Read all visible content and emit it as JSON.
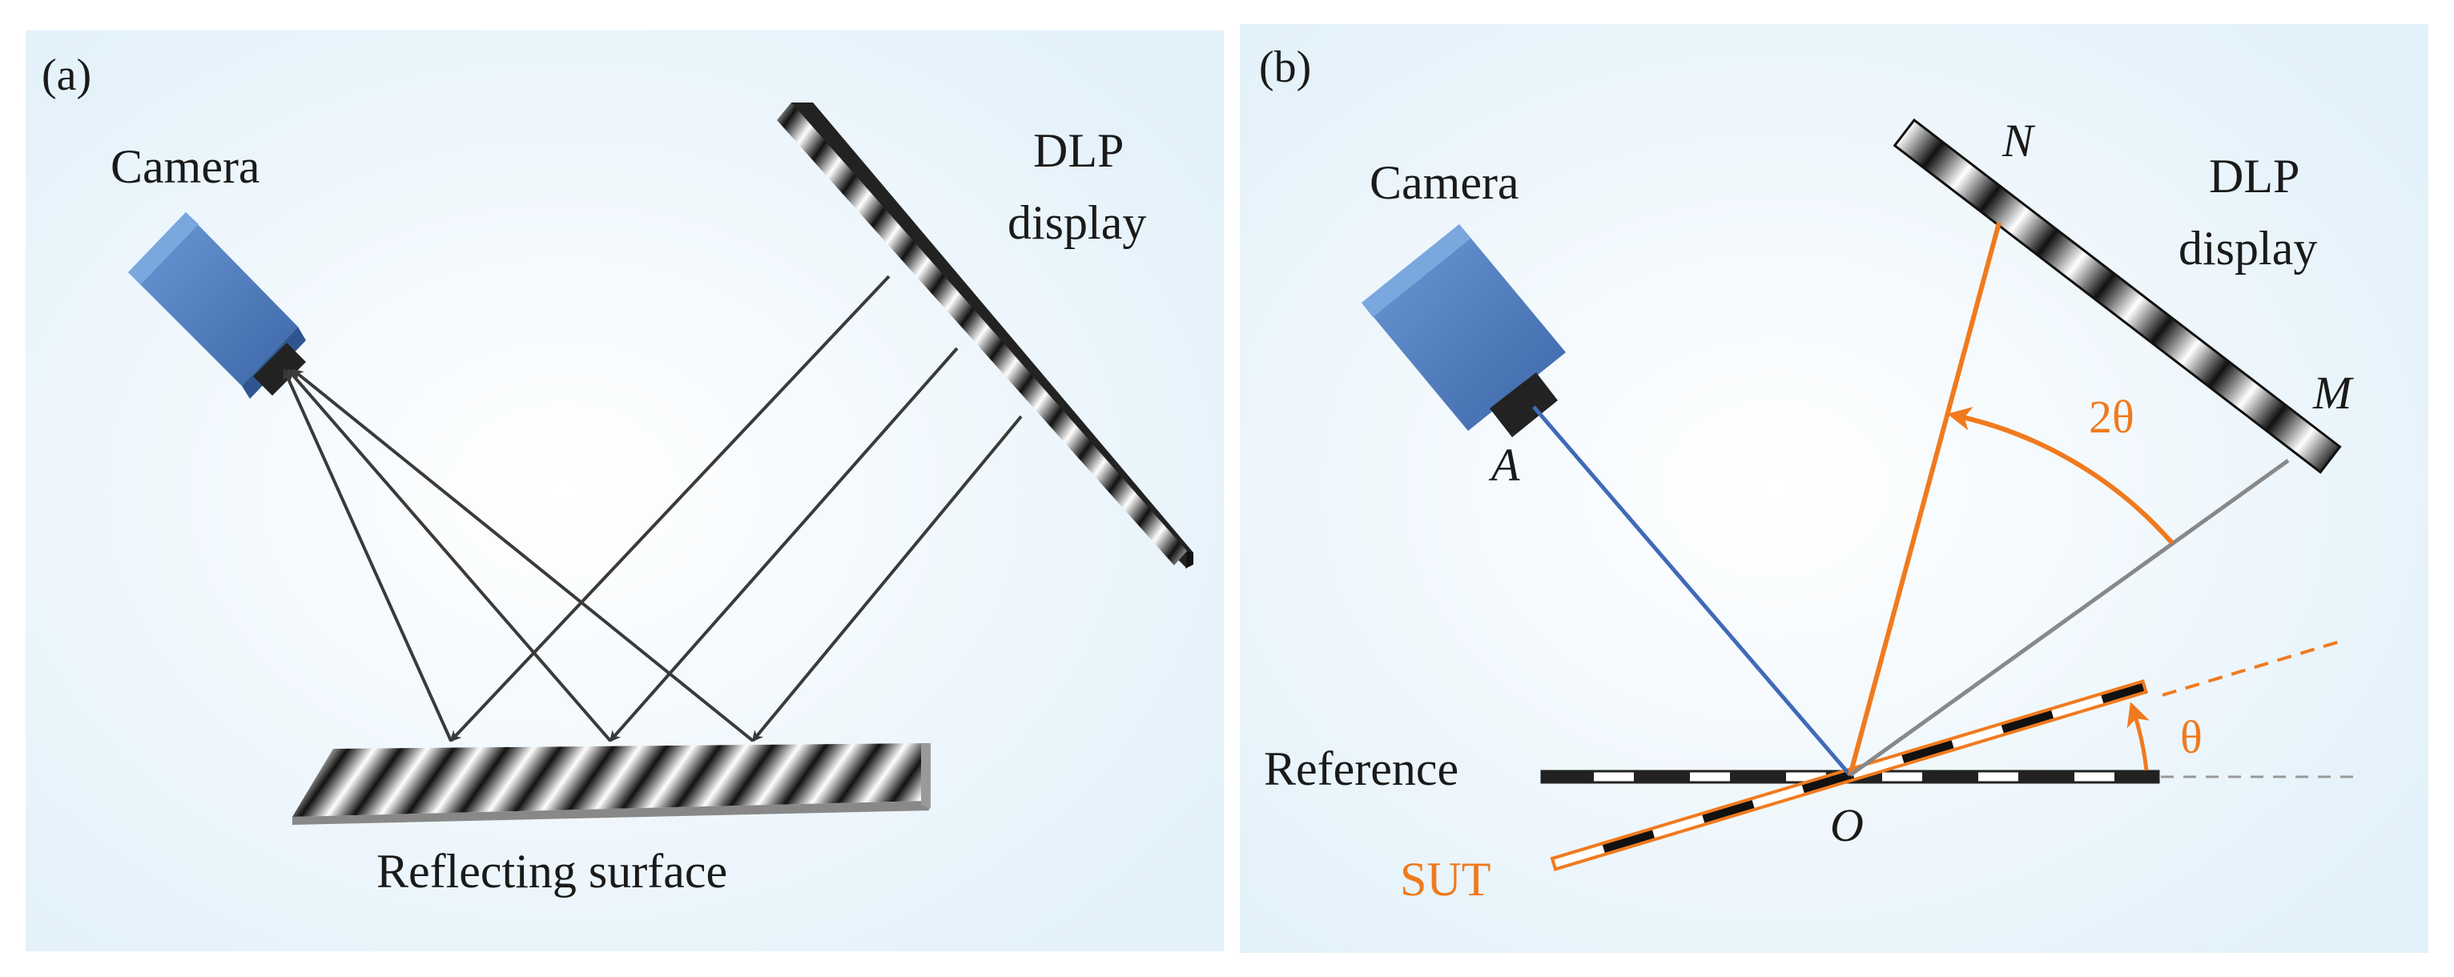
{
  "panels": {
    "a": {
      "tag": "(a)",
      "camera": "Camera",
      "display_line1": "DLP",
      "display_line2": "display",
      "surface": "Reflecting surface"
    },
    "b": {
      "tag": "(b)",
      "camera": "Camera",
      "display_line1": "DLP",
      "display_line2": "display",
      "point_A": "A",
      "point_N": "N",
      "point_M": "M",
      "point_O": "O",
      "angle_2theta": "2θ",
      "angle_theta": "θ",
      "reference": "Reference",
      "sut": "SUT"
    }
  },
  "colors": {
    "panel_bg": "#e6f3fb",
    "camera_body": "#4f7fc0",
    "ray": "#3a3a3a",
    "blue_ray": "#3f6ab8",
    "orange": "#f07a1e",
    "gray_ray": "#888888"
  }
}
